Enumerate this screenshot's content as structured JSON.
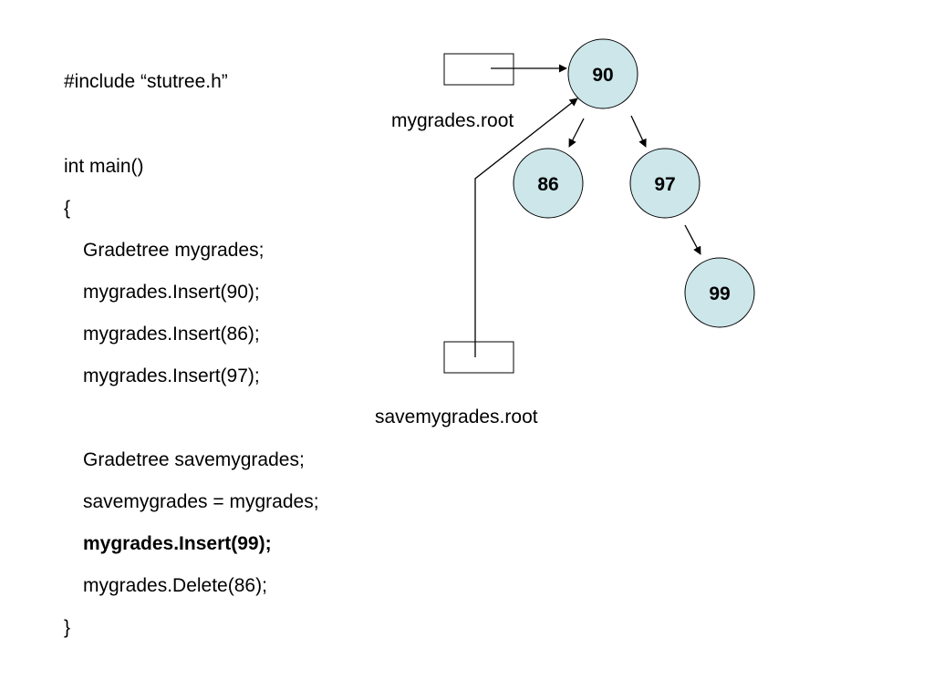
{
  "code": {
    "include": "#include “stutree.h”",
    "main_sig": "int main()",
    "open_brace": "{",
    "decl_mygrades": "Gradetree mygrades;",
    "insert_90": "mygrades.Insert(90);",
    "insert_86": "mygrades.Insert(86);",
    "insert_97": "mygrades.Insert(97);",
    "decl_save": "Gradetree savemygrades;",
    "assign": "savemygrades = mygrades;",
    "insert_99": "mygrades.Insert(99);",
    "delete_86": "mygrades.Delete(86);",
    "close_brace": "}"
  },
  "diagram": {
    "mygrades_root_label": "mygrades.root",
    "savemygrades_root_label": "savemygrades.root",
    "nodes": {
      "n90": "90",
      "n86": "86",
      "n97": "97",
      "n99": "99"
    },
    "colors": {
      "node_fill": "#cce6ea",
      "stroke": "#000000"
    }
  }
}
